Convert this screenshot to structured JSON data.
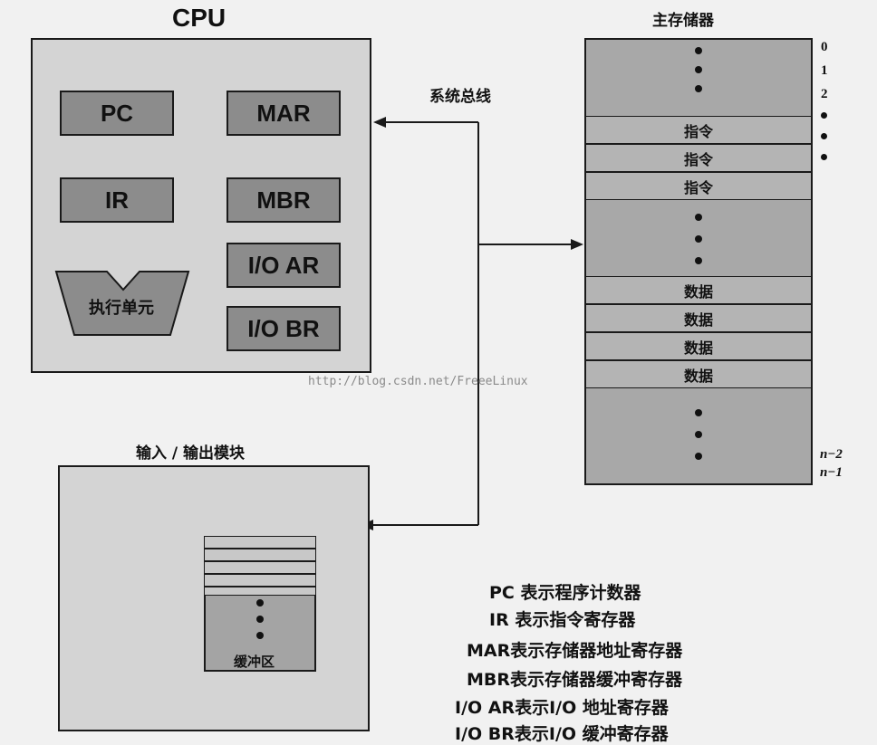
{
  "cpu": {
    "title": "CPU",
    "registers": {
      "pc": "PC",
      "ir": "IR",
      "mar": "MAR",
      "mbr": "MBR",
      "ioar": "I/O AR",
      "iobr": "I/O BR"
    },
    "exec_unit": "执行单元"
  },
  "bus": {
    "label": "系统总线"
  },
  "memory": {
    "title": "主存储器",
    "instruction_rows": [
      "指令",
      "指令",
      "指令"
    ],
    "data_rows": [
      "数据",
      "数据",
      "数据",
      "数据"
    ],
    "addresses": {
      "a0": "0",
      "a1": "1",
      "a2": "2",
      "an2": "n−2",
      "an1": "n−1"
    }
  },
  "io": {
    "title": "输入 / 输出模块",
    "buffer_label": "缓冲区"
  },
  "legend": [
    "PC 表示程序计数器",
    "IR  表示指令寄存器",
    "MAR表示存储器地址寄存器",
    "MBR表示存储器缓冲寄存器",
    "I/O AR表示I/O 地址寄存器",
    "I/O BR表示I/O 缓冲寄存器"
  ],
  "watermark": "http://blog.csdn.net/FreeeLinux",
  "colors": {
    "panel": "#d4d4d4",
    "register": "#8c8c8c",
    "memory": "#a8a8a8",
    "line": "#1a1a1a"
  }
}
